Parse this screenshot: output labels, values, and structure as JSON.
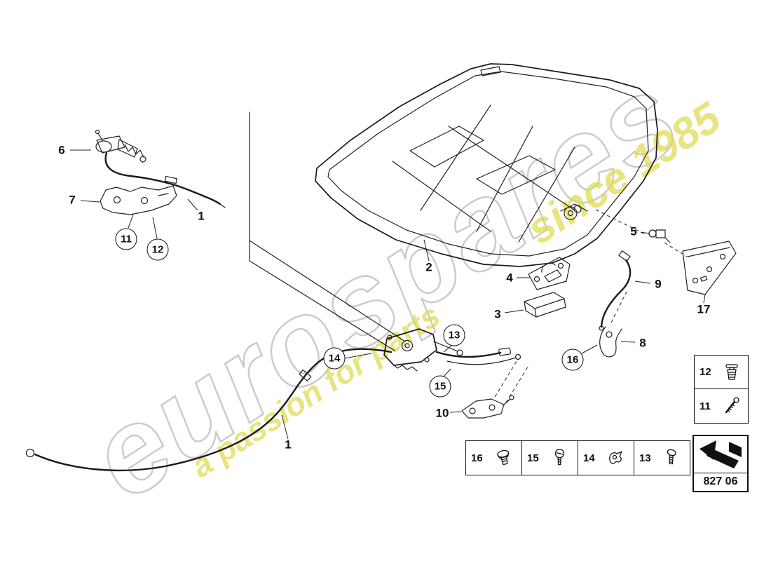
{
  "watermark": {
    "brand": "eurospares",
    "tagline_left": "a passion for parts",
    "tagline_right": "since 1985"
  },
  "page_code": "827 06",
  "callouts": {
    "n1_inset": "1",
    "n1_cable": "1",
    "n2": "2",
    "n3": "3",
    "n4": "4",
    "n5": "5",
    "n6": "6",
    "n7": "7",
    "n8": "8",
    "n9": "9",
    "n10": "10",
    "n17": "17",
    "b11": "11",
    "b12": "12",
    "b13": "13",
    "b14": "14",
    "b15": "15",
    "b16": "16"
  },
  "legend_bottom": [
    {
      "label": "16",
      "icon": "flanged-bolt-icon"
    },
    {
      "label": "15",
      "icon": "pan-head-screw-icon"
    },
    {
      "label": "14",
      "icon": "cable-clip-icon"
    },
    {
      "label": "13",
      "icon": "tapping-screw-icon"
    }
  ],
  "legend_side": [
    {
      "label": "12",
      "icon": "expanding-rivet-icon"
    },
    {
      "label": "11",
      "icon": "long-screw-icon"
    }
  ]
}
